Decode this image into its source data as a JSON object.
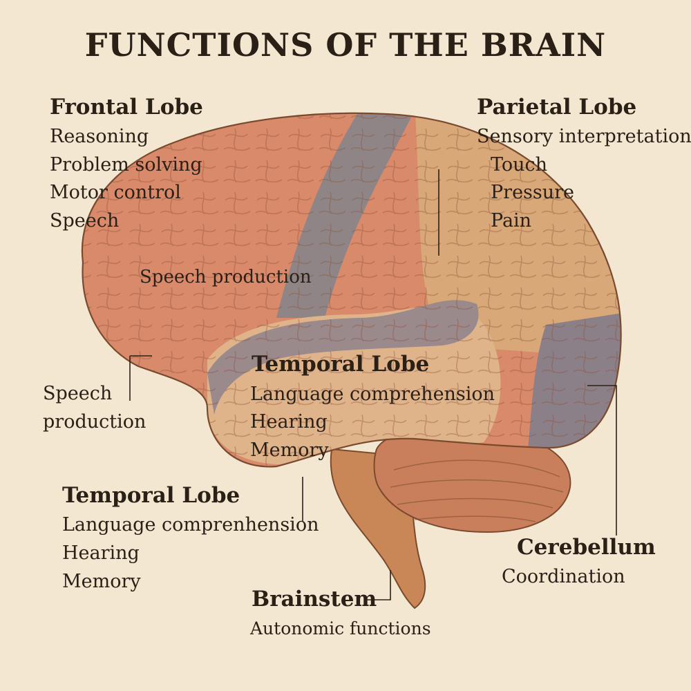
{
  "title": "FUNCTIONS OF THE BRAIN",
  "colors": {
    "background": "#f3e7d2",
    "frontal": "#d98a6a",
    "motor_strip": "#8f8587",
    "parietal": "#d9a878",
    "temporal_band": "#9a8a8c",
    "temporal": "#e0b48a",
    "occipital": "#8c8088",
    "cerebellum": "#c97f5c",
    "brainstem": "#c98656",
    "ink": "#2b2016"
  },
  "labels": {
    "frontal": {
      "heading": "Frontal Lobe",
      "items": [
        "Reasoning",
        "Problem solving",
        "Motor control",
        "Speech"
      ]
    },
    "parietal": {
      "heading": "Parietal Lobe",
      "items": [
        "Sensory interpretation",
        "Touch",
        "Pressure",
        "Pain"
      ]
    },
    "speech_production_inner": "Speech production",
    "speech_production_outer": [
      "Speech",
      "production"
    ],
    "temporal_inner": {
      "heading": "Temporal Lobe",
      "items": [
        "Language comprehension",
        "Hearing",
        "Memory"
      ]
    },
    "temporal_outer": {
      "heading": "Temporal Lobe",
      "items": [
        "Language comprenhension",
        "Hearing",
        "Memory"
      ]
    },
    "cerebellum": {
      "heading": "Cerebellum",
      "items": [
        "Coordination"
      ]
    },
    "brainstem": {
      "heading": "Brainstem",
      "items": [
        "Autonomic functions"
      ]
    }
  }
}
